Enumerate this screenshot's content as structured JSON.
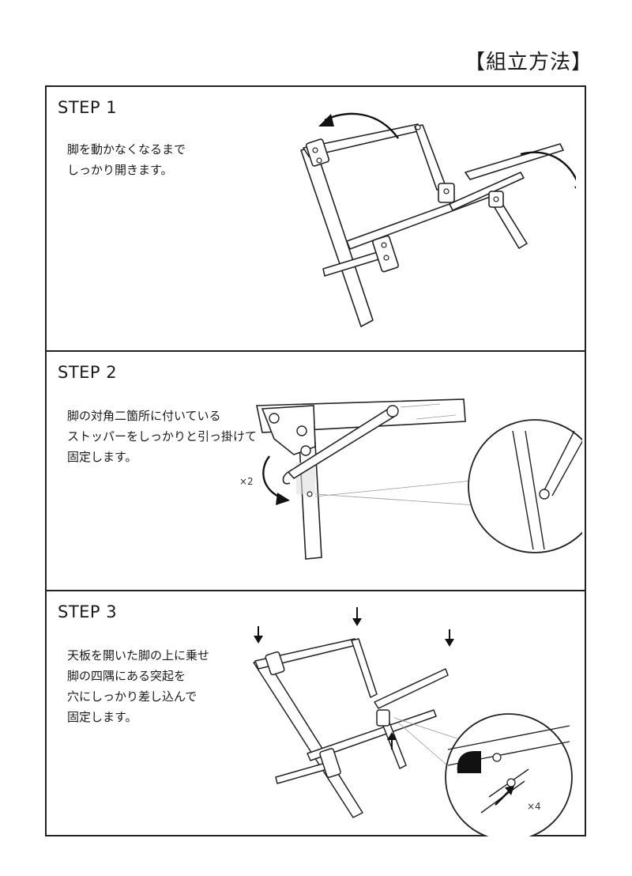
{
  "page": {
    "title": "【組立方法】"
  },
  "steps": [
    {
      "label": "STEP 1",
      "text": "脚を動かなくなるまで\nしっかり開きます。"
    },
    {
      "label": "STEP 2",
      "text": "脚の対角二箇所に付いている\nストッパーをしっかりと引っ掛けて\n固定します。",
      "multiplier": "×2"
    },
    {
      "label": "STEP 3",
      "text": "天板を開いた脚の上に乗せ\n脚の四隅にある突起を\n穴にしっかり差し込んで\n固定します。",
      "multiplier": "×4"
    }
  ],
  "icons": [
    "arrow-curved-icon",
    "arrow-down-icon",
    "arrow-up-icon"
  ]
}
